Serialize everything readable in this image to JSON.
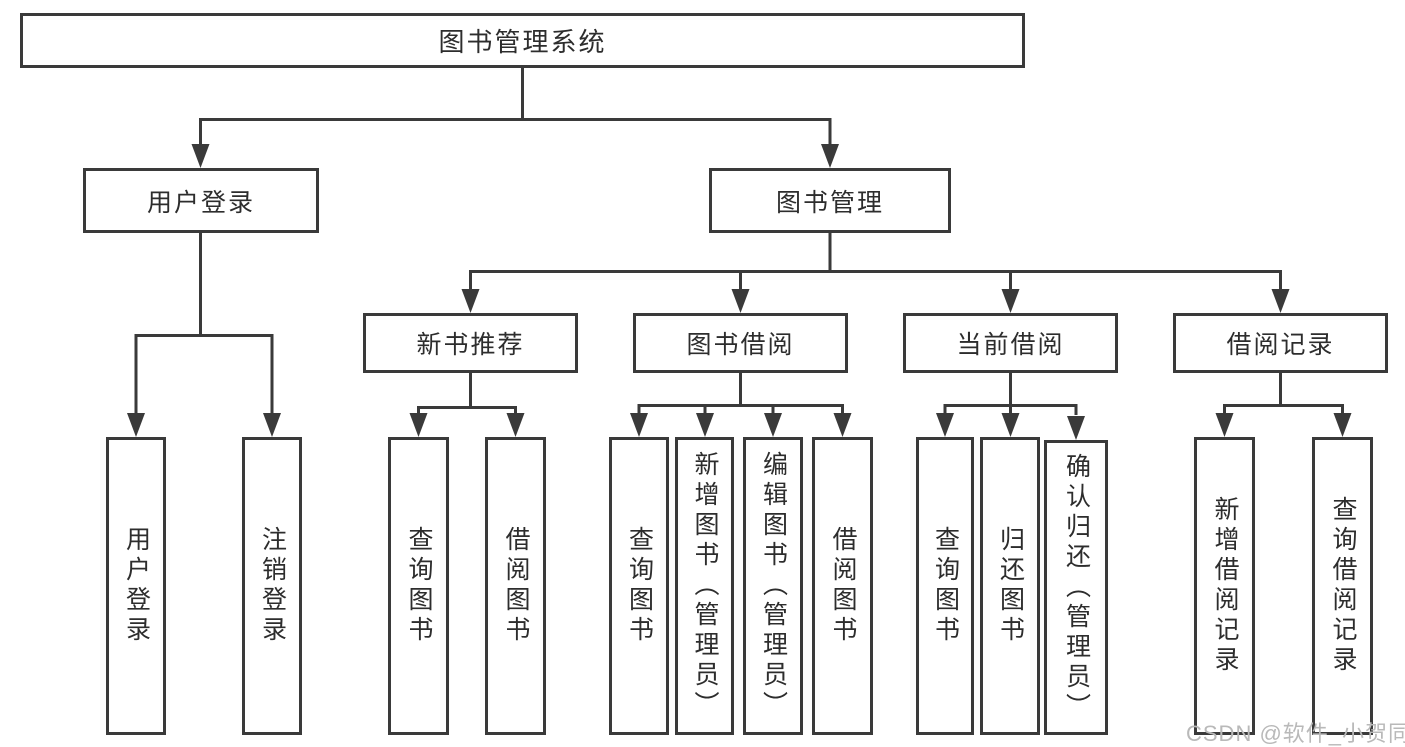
{
  "diagram_type": "hierarchy",
  "watermark": "CSDN @软件_小贺同学",
  "colors": {
    "background": "#ffffff",
    "box_fill": "#ffffff",
    "line": "#3a3a3a",
    "text": "#2d2d2d",
    "watermark": "#b9b9b9"
  },
  "tree": {
    "root": {
      "label": "图书管理系统"
    },
    "branches": [
      {
        "label": "用户登录",
        "children": [
          {
            "label": "用户登录"
          },
          {
            "label": "注销登录"
          }
        ]
      },
      {
        "label": "图书管理",
        "sections": [
          {
            "label": "新书推荐",
            "children": [
              {
                "label": "查询图书"
              },
              {
                "label": "借阅图书"
              }
            ]
          },
          {
            "label": "图书借阅",
            "children": [
              {
                "label": "查询图书"
              },
              {
                "label": "新增图书（管理员）"
              },
              {
                "label": "编辑图书（管理员）"
              },
              {
                "label": "借阅图书"
              }
            ]
          },
          {
            "label": "当前借阅",
            "children": [
              {
                "label": "查询图书"
              },
              {
                "label": "归还图书"
              },
              {
                "label": "确认归还（管理员）"
              }
            ]
          },
          {
            "label": "借阅记录",
            "children": [
              {
                "label": "新增借阅记录"
              },
              {
                "label": "查询借阅记录"
              }
            ]
          }
        ]
      }
    ]
  }
}
